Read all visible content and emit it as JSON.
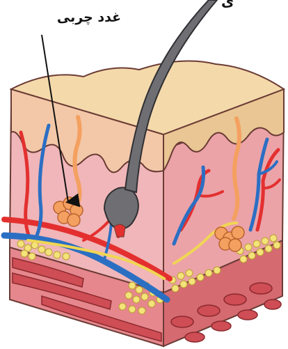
{
  "label": {
    "text": "غدد چربی"
  },
  "corner_fragment": "ی",
  "colors": {
    "epidermis_top": "#f4d9ab",
    "epidermis_side": "#e9c693",
    "dermis": "#f0b6b9",
    "dermis_side": "#eba3a8",
    "hypodermis": "#e6878d",
    "muscle": "#d5545a",
    "fat": "#f4e27a",
    "artery": "#e3302f",
    "vein": "#2b6fc3",
    "nerve": "#f1d653",
    "gland": "#f4a060",
    "hair": "#6f6f73",
    "outline": "#6a3b34"
  },
  "icons": [
    "arrow-pointer",
    "hair-shaft",
    "sebaceous-gland"
  ]
}
